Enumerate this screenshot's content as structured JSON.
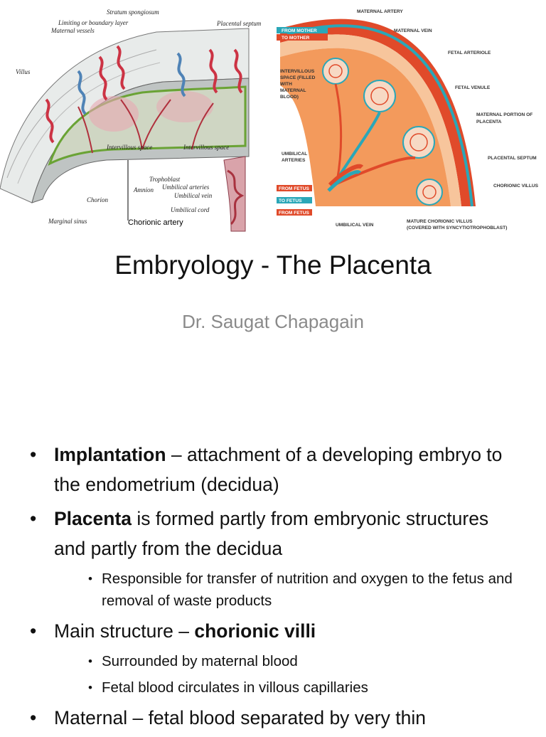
{
  "slide": {
    "title": "Embryology - The Placenta",
    "subtitle": "Dr. Saugat Chapagain"
  },
  "left_figure": {
    "labels": {
      "stratum": "Stratum spongiosum",
      "limiting": "Limiting or boundary layer",
      "maternal_vessels": "Maternal vessels",
      "placental_septum": "Placental septum",
      "villus": "Villus",
      "intervillous_1": "Intervillous space",
      "intervillous_2": "Intervillous space",
      "trophoblast": "Trophoblast",
      "amnion": "Amnion",
      "umbilical_arteries": "Umbilical arteries",
      "umbilical_vein": "Umbilical vein",
      "umbilical_cord": "Umbilical cord",
      "chorion": "Chorion",
      "marginal_sinus": "Marginal sinus",
      "chorionic_artery": "Chorionic artery"
    }
  },
  "right_figure": {
    "labels": {
      "maternal_artery": "MATERNAL ARTERY",
      "maternal_vein": "MATERNAL VEIN",
      "from_mother": "FROM MOTHER",
      "to_mother": "TO MOTHER",
      "intervillous_l1": "INTERVILLOUS",
      "intervillous_l2": "SPACE (FILLED",
      "intervillous_l3": "WITH",
      "intervillous_l4": "MATERNAL",
      "intervillous_l5": "BLOOD)",
      "fetal_arteriole": "FETAL ARTERIOLE",
      "fetal_venule": "FETAL VENULE",
      "maternal_portion_l1": "MATERNAL PORTION OF",
      "maternal_portion_l2": "PLACENTA",
      "umbilical_arteries_l1": "UMBILICAL",
      "umbilical_arteries_l2": "ARTERIES",
      "placental_septum": "PLACENTAL SEPTUM",
      "chorionic_villus": "CHORIONIC VILLUS",
      "from_fetus_1": "FROM FETUS",
      "to_fetus": "TO FETUS",
      "from_fetus_2": "FROM FETUS",
      "umbilical_vein": "UMBILICAL VEIN",
      "mature_villus_l1": "MATURE CHORIONIC VILLUS",
      "mature_villus_l2": "(COVERED WITH SYNCYTIOTROPHOBLAST)"
    },
    "colors": {
      "maternal": "#e04a2a",
      "fetal_vein": "#2aa7b8",
      "tissue": "#f39a5c"
    }
  },
  "bullets": [
    {
      "bold": "Implantation",
      "text": " – attachment of a developing embryo to the endometrium (decidua)"
    },
    {
      "bold": "Placenta",
      "text": " is formed partly from embryonic structures and partly from the decidua"
    },
    {
      "sub": "Responsible for transfer of nutrition and oxygen to the fetus and removal of waste products"
    },
    {
      "pre": "Main structure – ",
      "bold": "chorionic villi"
    },
    {
      "sub": "Surrounded by maternal blood"
    },
    {
      "sub": "Fetal blood circulates in villous capillaries"
    },
    {
      "pre": "Maternal – fetal blood separated by very thin"
    }
  ],
  "bullet_symbol": "•"
}
